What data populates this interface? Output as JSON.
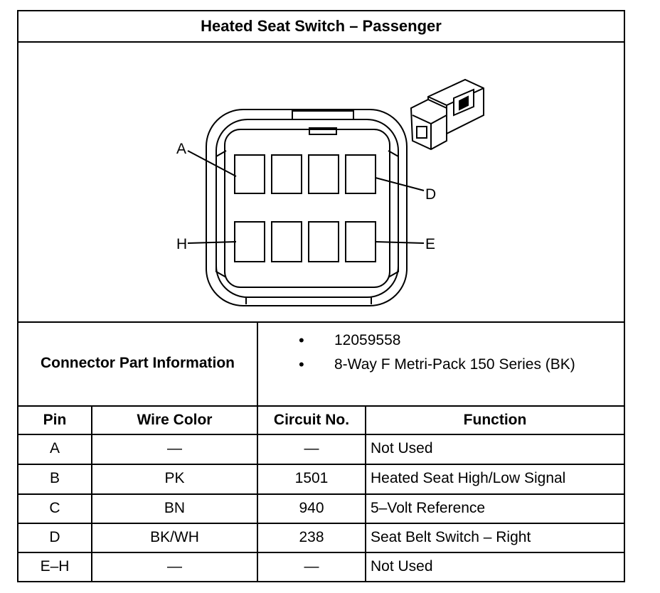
{
  "title": "Heated Seat Switch – Passenger",
  "diagram": {
    "pin_labels": [
      "A",
      "D",
      "H",
      "E"
    ]
  },
  "connector_info": {
    "label": "Connector Part Information",
    "items": [
      "12059558",
      "8-Way F Metri-Pack 150 Series (BK)"
    ]
  },
  "table": {
    "headers": [
      "Pin",
      "Wire Color",
      "Circuit No.",
      "Function"
    ],
    "rows": [
      {
        "pin": "A",
        "wire": "—",
        "circuit": "—",
        "function": "Not Used"
      },
      {
        "pin": "B",
        "wire": "PK",
        "circuit": "1501",
        "function": "Heated Seat High/Low Signal"
      },
      {
        "pin": "C",
        "wire": "BN",
        "circuit": "940",
        "function": "5–Volt Reference"
      },
      {
        "pin": "D",
        "wire": "BK/WH",
        "circuit": "238",
        "function": "Seat Belt Switch – Right"
      },
      {
        "pin": "E–H",
        "wire": "—",
        "circuit": "—",
        "function": "Not Used"
      }
    ]
  }
}
